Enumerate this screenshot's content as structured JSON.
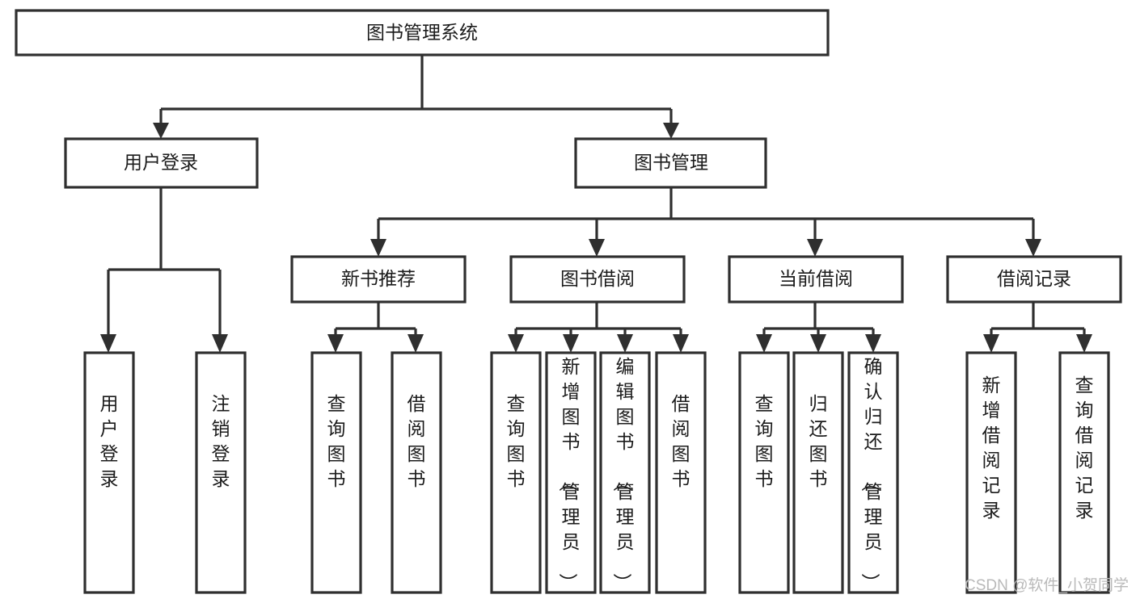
{
  "diagram": {
    "type": "tree-hierarchy",
    "orientation": "top-down",
    "root": {
      "id": "root",
      "label": "图书管理系统"
    },
    "level2": [
      {
        "id": "user-login",
        "label": "用户登录"
      },
      {
        "id": "book-management",
        "label": "图书管理"
      }
    ],
    "level3": [
      {
        "id": "new-book-recommend",
        "label": "新书推荐",
        "parent": "book-management"
      },
      {
        "id": "book-borrow",
        "label": "图书借阅",
        "parent": "book-management"
      },
      {
        "id": "current-borrow",
        "label": "当前借阅",
        "parent": "book-management"
      },
      {
        "id": "borrow-record",
        "label": "借阅记录",
        "parent": "book-management"
      }
    ],
    "leaves": [
      {
        "id": "leaf-user-login",
        "label": "用户登录",
        "parent": "user-login"
      },
      {
        "id": "leaf-logout-login",
        "label": "注销登录",
        "parent": "user-login"
      },
      {
        "id": "leaf-query-book-1",
        "label": "查询图书",
        "parent": "new-book-recommend"
      },
      {
        "id": "leaf-borrow-book-1",
        "label": "借阅图书",
        "parent": "new-book-recommend"
      },
      {
        "id": "leaf-query-book-2",
        "label": "查询图书",
        "parent": "book-borrow"
      },
      {
        "id": "leaf-add-book",
        "label": "新增图书（管理员）",
        "parent": "book-borrow"
      },
      {
        "id": "leaf-edit-book",
        "label": "编辑图书（管理员）",
        "parent": "book-borrow"
      },
      {
        "id": "leaf-borrow-book-2",
        "label": "借阅图书",
        "parent": "book-borrow"
      },
      {
        "id": "leaf-query-book-3",
        "label": "查询图书",
        "parent": "current-borrow"
      },
      {
        "id": "leaf-return-book",
        "label": "归还图书",
        "parent": "current-borrow"
      },
      {
        "id": "leaf-confirm-return",
        "label": "确认归还（管理员）",
        "parent": "current-borrow"
      },
      {
        "id": "leaf-add-record",
        "label": "新增借阅记录",
        "parent": "borrow-record"
      },
      {
        "id": "leaf-query-record",
        "label": "查询借阅记录",
        "parent": "borrow-record"
      }
    ]
  },
  "watermark": {
    "text": "CSDN @软件_小贺同学"
  },
  "style": {
    "stroke_color": "#2f2f2f",
    "fill_color": "#ffffff",
    "text_color": "#1b1b1b",
    "watermark_color": "#b9b9b9",
    "background": "#ffffff"
  }
}
